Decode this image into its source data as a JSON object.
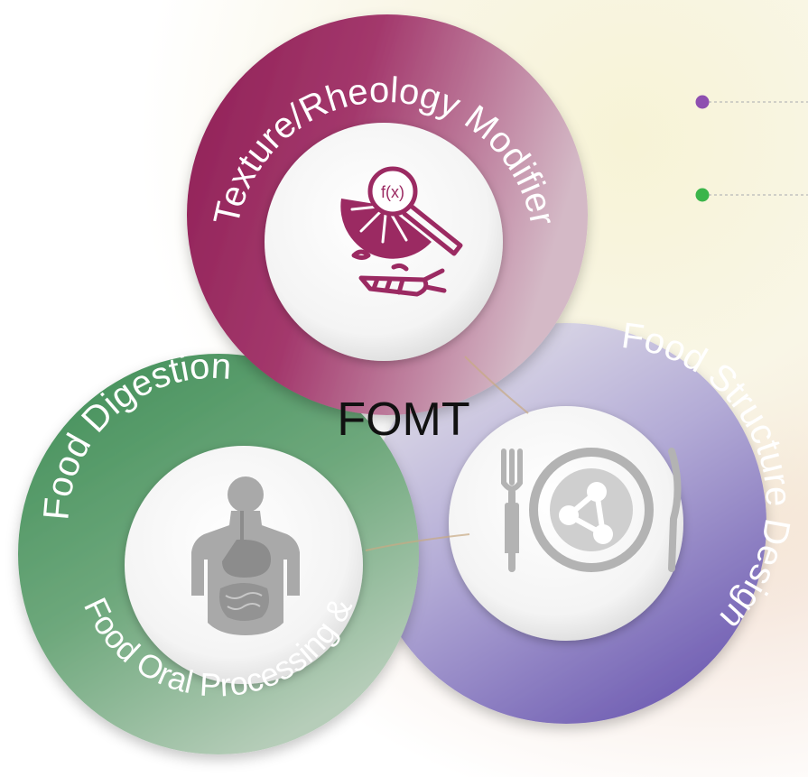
{
  "diagram": {
    "center_label": "FOMT",
    "circles": [
      {
        "id": "texture",
        "label": "Texture/Rheology Modifier",
        "icon": "food-analysis-icon",
        "color": "#9e2d62"
      },
      {
        "id": "digestion",
        "label": "Food Digestion",
        "label2": "Food Oral Processing &",
        "icon": "human-digestive-system-icon",
        "color": "#4f9a63"
      },
      {
        "id": "structure",
        "label": "Food Structure Design",
        "icon": "plate-molecule-icon",
        "color": "#8a7ec0"
      }
    ],
    "legend_dots": [
      {
        "color": "#8e4fb0"
      },
      {
        "color": "#3bb54a"
      }
    ]
  }
}
